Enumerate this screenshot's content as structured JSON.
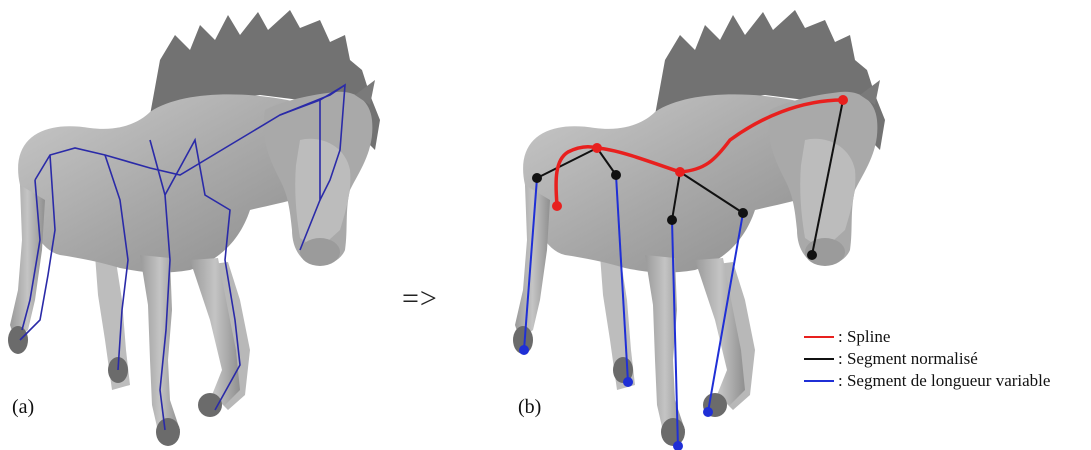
{
  "panels": {
    "a_label": "(a)",
    "b_label": "(b)"
  },
  "transition_arrow": "=>",
  "legend": [
    {
      "text": ": Spline",
      "color": "#e8201e"
    },
    {
      "text": ": Segment normalisé",
      "color": "#111111"
    },
    {
      "text": ": Segment de longueur variable",
      "color": "#1f2fd6"
    }
  ],
  "colors": {
    "horse_body": "#a6a6a6",
    "horse_dark": "#6e6e6e",
    "mane": "#707070",
    "skeleton_a": "#2a2aa8",
    "spline": "#e8201e",
    "normalized_segment": "#111111",
    "variable_segment": "#1f2fd6"
  }
}
